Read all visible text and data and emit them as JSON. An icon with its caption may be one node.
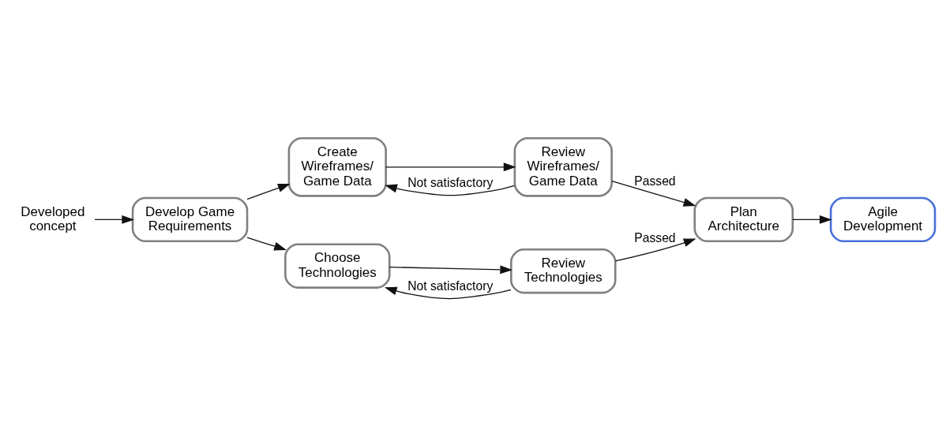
{
  "diagram": {
    "nodes": [
      {
        "text": [
          "Developed concept"
        ]
      },
      {
        "text": [
          "Develop Game Requirements"
        ]
      },
      {
        "text": [
          "Create Wireframes/ Game Data"
        ]
      },
      {
        "text": [
          "Review Wireframes/ Game Data"
        ]
      },
      {
        "text": [
          "Choose Technologies"
        ]
      },
      {
        "text": [
          "Review Technologies"
        ]
      },
      {
        "text": [
          "Plan Architecture"
        ]
      },
      {
        "text": [
          "Agile Development"
        ]
      }
    ],
    "edges": [
      {
        "from": 0,
        "to": 1,
        "arrow": "to"
      },
      {
        "from": 1,
        "to": 2,
        "arrow": "to"
      },
      {
        "from": 1,
        "to": 4,
        "arrow": "to"
      },
      {
        "from": 2,
        "to": 3,
        "arrow": "to"
      },
      {
        "from": 3,
        "to": 2,
        "arrow": "to",
        "label": "Not satisfactory"
      },
      {
        "from": 3,
        "to": 6,
        "arrow": "to",
        "label": "Passed"
      },
      {
        "from": 4,
        "to": 5,
        "arrow": "to"
      },
      {
        "from": 5,
        "to": 4,
        "arrow": "to",
        "label": "Not satisfactory"
      },
      {
        "from": 5,
        "to": 6,
        "arrow": "to",
        "label": "Passed"
      },
      {
        "from": 6,
        "to": 7,
        "arrow": "to"
      }
    ]
  }
}
